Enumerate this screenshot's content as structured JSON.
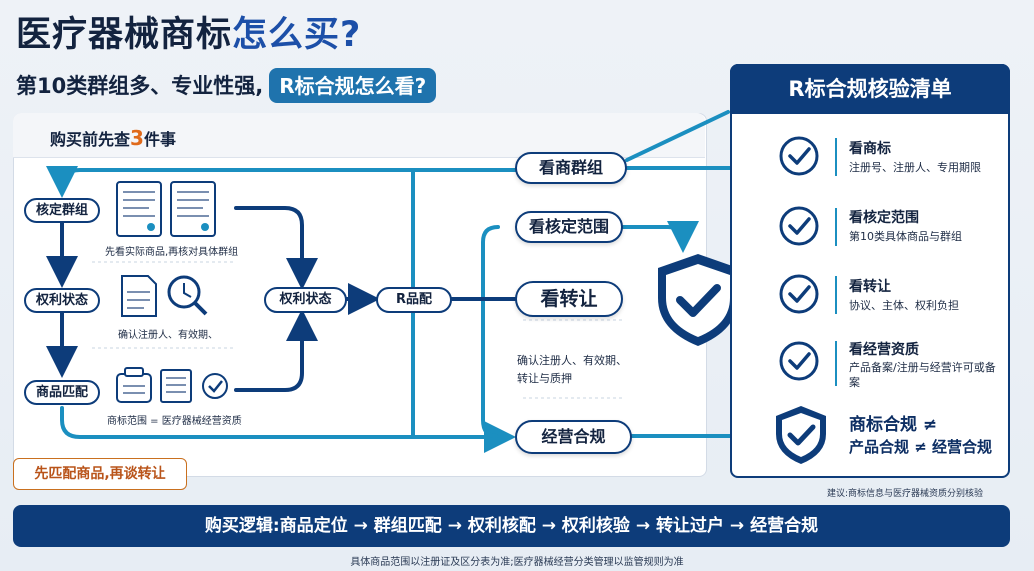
{
  "header": {
    "title_main": "医疗器械商标",
    "title_highlight": "怎么买?",
    "subtitle_text": "第10类群组多、专业性强,",
    "subtitle_pill": "R标合规怎么看?"
  },
  "left_panel": {
    "title_before": "购买前先查",
    "title_number": "3",
    "title_after": "件事",
    "nodes": {
      "group": "核定群组",
      "rights": "权利状态",
      "match": "商品匹配",
      "rights_mid": "权利状态",
      "r_match": "R品配"
    },
    "captions": {
      "doc": "先看实际商品,再核对具体群组",
      "search": "确认注册人、有效期、",
      "scope": "商标范围 = 医疗器械经营资质"
    },
    "note": "先匹配商品,再谈转让"
  },
  "middle": {
    "group": "看商群组",
    "scope": "看核定范围",
    "transfer": "看转让",
    "transfer_desc_1": "确认注册人、有效期、",
    "transfer_desc_2": "转让与质押",
    "compliance": "经营合规"
  },
  "checklist": {
    "title": "R标合规核验清单",
    "items": [
      {
        "title": "看商标",
        "sub": "注册号、注册人、专用期限"
      },
      {
        "title": "看核定范围",
        "sub": "第10类具体商品与群组"
      },
      {
        "title": "看转让",
        "sub": "协议、主体、权利负担"
      },
      {
        "title": "看经营资质",
        "sub": "产品备案/注册与经营许可或备案"
      }
    ],
    "final_1": "商标合规 ≠",
    "final_2": "产品合规 ≠ 经营合规"
  },
  "suggestion": "建议:商标信息与医疗器械资质分别核验",
  "banner": "购买逻辑:商品定位 → 群组匹配 → 权利核配 → 权利核验 → 转让过户 → 经营合规",
  "footer": "具体商品范围以注册证及区分表为准;医疗器械经营分类管理以监管规则为准",
  "colors": {
    "navy": "#0d3c7a",
    "teal": "#1b8fc0",
    "orange": "#e06a1b"
  }
}
